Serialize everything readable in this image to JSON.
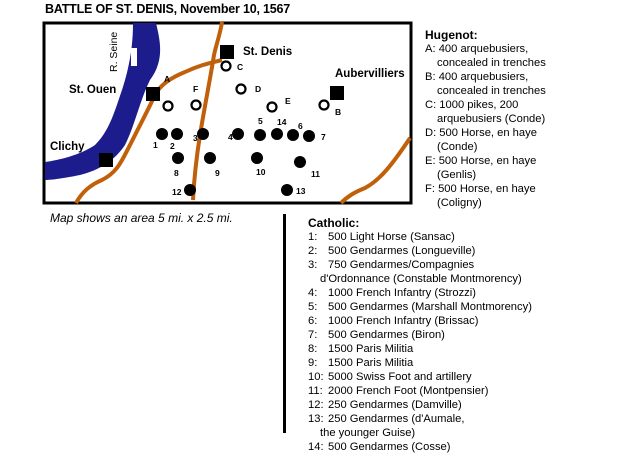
{
  "title": "BATTLE OF ST. DENIS, November 10, 1567",
  "colors": {
    "river": "#1c1c8c",
    "road": "#c0600a",
    "unit": "#000000",
    "frame": "#000000"
  },
  "map": {
    "places": {
      "st_denis": "St. Denis",
      "aubervilliers": "Aubervilliers",
      "st_ouen": "St. Ouen",
      "clichy": "Clichy",
      "river": "R. Seine"
    },
    "huguenot_markers": [
      "A",
      "B",
      "C",
      "D",
      "E",
      "F"
    ],
    "catholic_markers": [
      "1",
      "2",
      "3",
      "4",
      "5",
      "6",
      "7",
      "8",
      "9",
      "10",
      "11",
      "12",
      "13",
      "14"
    ]
  },
  "note": "Map shows an area 5 mi. x 2.5 mi.",
  "hugenot": {
    "heading": "Hugenot:",
    "items": [
      {
        "key": "A:",
        "text": "400 arquebusiers,",
        "cont": "concealed in trenches"
      },
      {
        "key": "B:",
        "text": "400 arquebusiers,",
        "cont": "concealed in trenches"
      },
      {
        "key": "C:",
        "text": "1000 pikes, 200",
        "cont": "arquebusiers (Conde)"
      },
      {
        "key": "D:",
        "text": "500 Horse, en haye",
        "cont": "(Conde)"
      },
      {
        "key": "E:",
        "text": "500 Horse, en haye",
        "cont": "(Genlis)"
      },
      {
        "key": "F:",
        "text": "500 Horse, en haye",
        "cont": "(Coligny)"
      }
    ]
  },
  "catholic": {
    "heading": "Catholic:",
    "items": [
      {
        "key": "1:",
        "text": "500 Light Horse (Sansac)"
      },
      {
        "key": "2:",
        "text": "500 Gendarmes (Longueville)"
      },
      {
        "key": "3:",
        "text": "750 Gendarmes/Compagnies",
        "cont": "d'Ordonnance (Constable Montmorency)"
      },
      {
        "key": "4:",
        "text": "1000 French Infantry (Strozzi)"
      },
      {
        "key": "5:",
        "text": "500 Gendarmes (Marshall Montmorency)"
      },
      {
        "key": "6:",
        "text": "1000 French Infantry (Brissac)"
      },
      {
        "key": "7:",
        "text": "500 Gendarmes (Biron)"
      },
      {
        "key": "8:",
        "text": "1500 Paris Militia"
      },
      {
        "key": "9:",
        "text": "1500 Paris Militia"
      },
      {
        "key": "10:",
        "text": "5000 Swiss Foot and artillery"
      },
      {
        "key": "11:",
        "text": "2000 French Foot (Montpensier)"
      },
      {
        "key": "12:",
        "text": "250 Gendarmes (Damville)"
      },
      {
        "key": "13:",
        "text": "250 Gendarmes (d'Aumale,",
        "cont": "the younger Guise)"
      },
      {
        "key": "14:",
        "text": "500 Gendarmes (Cosse)"
      }
    ]
  }
}
